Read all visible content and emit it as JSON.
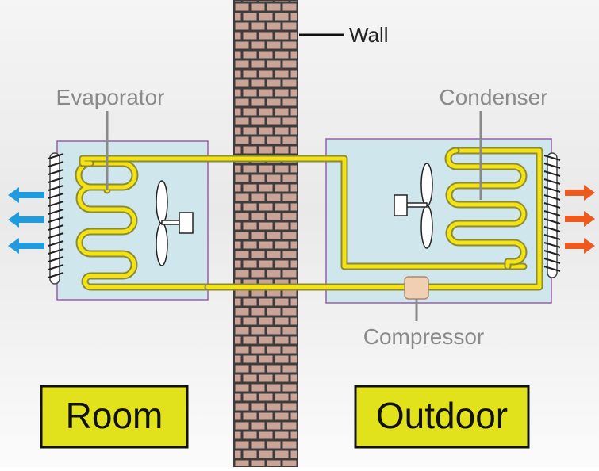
{
  "labels": {
    "wall": "Wall",
    "evaporator": "Evaporator",
    "condenser": "Condenser",
    "compressor": "Compressor",
    "room": "Room",
    "outdoor": "Outdoor"
  },
  "colors": {
    "background_top": "#f3f3f3",
    "background_bottom": "#f9f9f9",
    "brick": "#c9a396",
    "mortar": "#3d3d3d",
    "unit_fill": "#cfe6ec",
    "unit_border": "#9c5cac",
    "pipe": "#f3e214",
    "pipe_edge": "#8c8a32",
    "compressor": "#f0cfb2",
    "callout_text": "#8a8a8a",
    "label_box": "#e2e21c",
    "label_text": "#111111",
    "cold_air_arrow": "#1f9be0",
    "hot_air_arrow": "#ee5a1e"
  },
  "icons": [
    "fan-icon",
    "fan-motor-icon",
    "air-arrow-icon",
    "grille-icon"
  ]
}
